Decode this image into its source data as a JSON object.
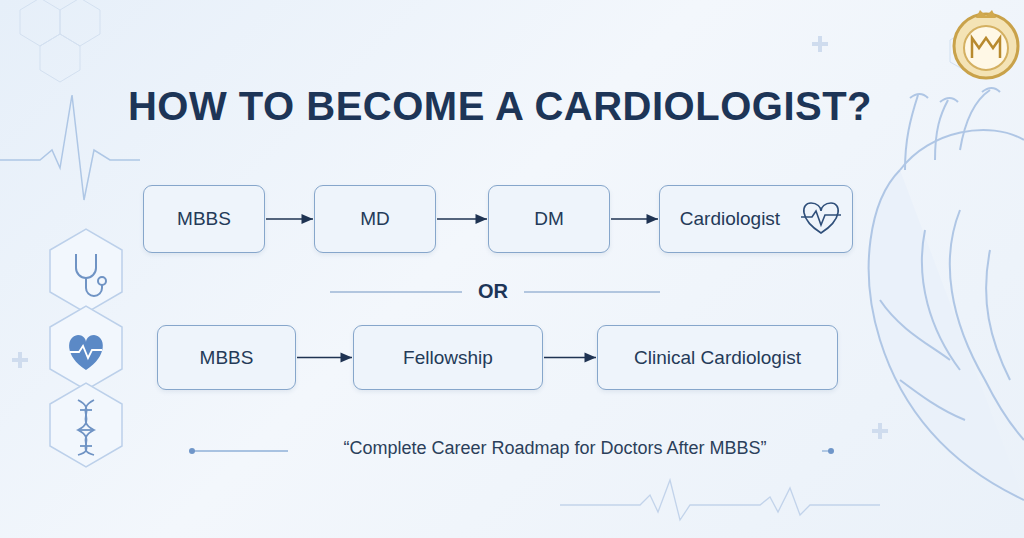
{
  "diagram": {
    "title": "HOW TO BECOME A CARDIOLOGIST?",
    "caption": "“Complete Career Roadmap for Doctors After MBBS”",
    "nodes": [
      {
        "text": [
          "MBBS"
        ]
      },
      {
        "text": [
          "MD"
        ]
      },
      {
        "text": [
          "DM"
        ]
      },
      {
        "text": [
          "Cardiologist"
        ]
      },
      {
        "text": [
          "MBBS"
        ]
      },
      {
        "text": [
          "Fellowship"
        ]
      },
      {
        "text": [
          "Clinical Cardiologist"
        ]
      }
    ],
    "edges": [
      {
        "from": 0,
        "to": 1,
        "arrow": "to"
      },
      {
        "from": 1,
        "to": 2,
        "arrow": "to"
      },
      {
        "from": 2,
        "to": 3,
        "arrow": "to"
      },
      {
        "from": 4,
        "to": 5,
        "arrow": "to"
      },
      {
        "from": 5,
        "to": 6,
        "arrow": "to"
      }
    ],
    "labels": [
      "OR"
    ]
  }
}
